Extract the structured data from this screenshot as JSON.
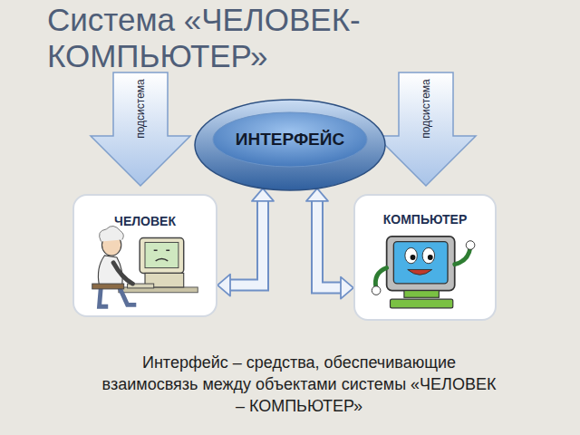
{
  "diagram": {
    "title": "Система «ЧЕЛОВЕК-КОМПЬЮТЕР»",
    "caption": "Интерфейс – средства, обеспечивающие взаимосвязь между объектами системы «ЧЕЛОВЕК – КОМПЬЮТЕР»",
    "nodes": [
      {
        "text": [
          "ИНТЕРФЕЙС"
        ]
      },
      {
        "text": [
          "ЧЕЛОВЕК"
        ]
      },
      {
        "text": [
          "КОМПЬЮТЕР"
        ]
      }
    ],
    "edges": [
      {
        "from": 1,
        "to": 0,
        "arrow": "both"
      },
      {
        "from": 0,
        "to": 2,
        "arrow": "both"
      }
    ],
    "labels": [
      "подсистема",
      "подсистема"
    ]
  }
}
